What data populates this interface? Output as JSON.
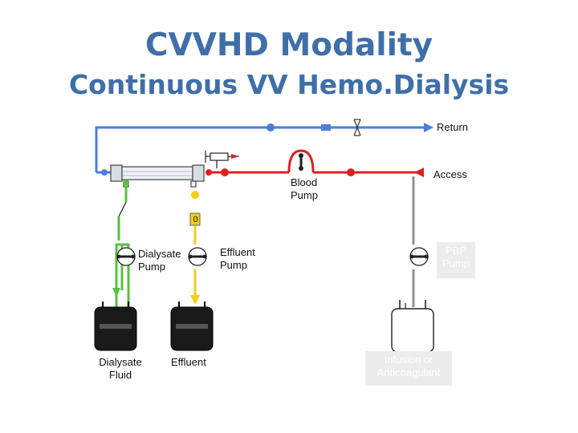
{
  "title": "CVVHD Modality",
  "subtitle": "Continuous VV Hemo.Dialysis",
  "labels": {
    "return": "Return",
    "access": "Access",
    "blood_pump": "Blood\nPump",
    "dialysate_pump": "Dialysate\nPump",
    "effluent_pump": "Effluent\nPump",
    "pbp_pump": "PBP\nPump",
    "dialysate_fluid": "Dialysate\nFluid",
    "effluent": "Effluent",
    "infusion": "Infusion or\nAnticoagulant",
    "pressure_zero": "0"
  },
  "colors": {
    "return_line": "#4a7fd8",
    "access_line": "#e02020",
    "dialysate_line": "#58c040",
    "effluent_line": "#f2cd1a",
    "pbp_line": "#909090",
    "title_text": "#3f6fa8"
  }
}
